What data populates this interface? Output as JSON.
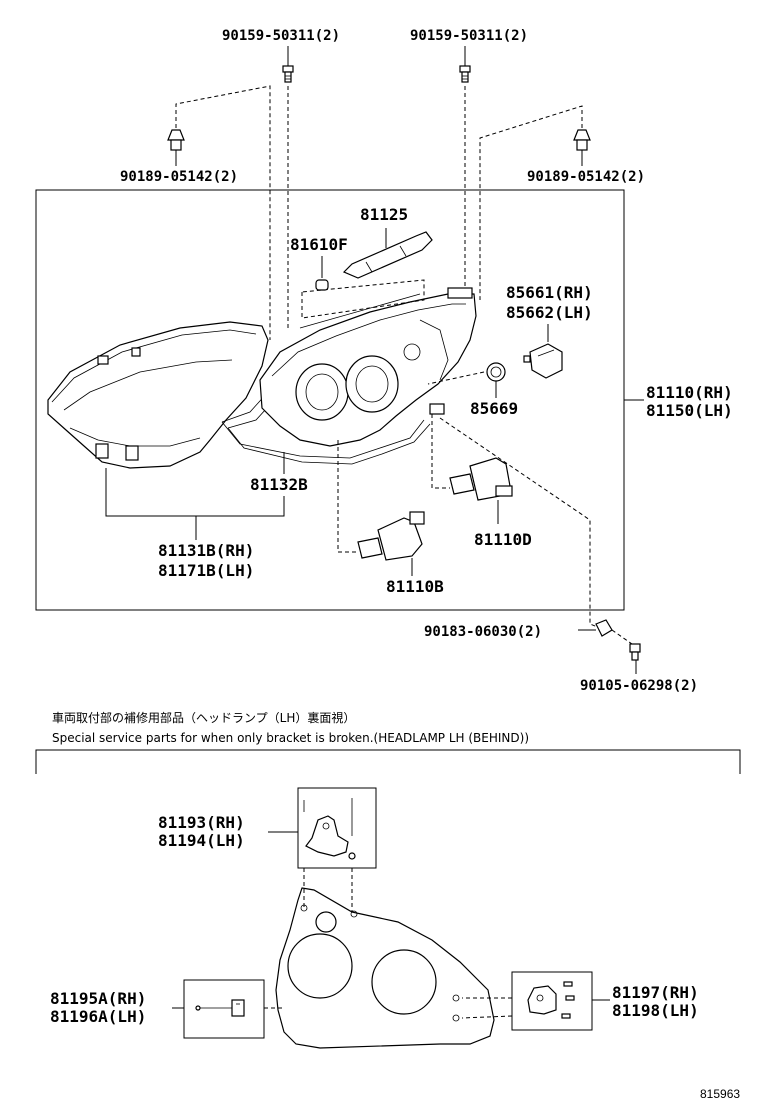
{
  "top_parts": {
    "p_90159_left": "90159-50311(2)",
    "p_90159_right": "90159-50311(2)",
    "p_90189_left": "90189-05142(2)",
    "p_90189_right": "90189-05142(2)",
    "p_81125": "81125",
    "p_81610F": "81610F",
    "p_85661": "85661(RH)",
    "p_85662": "85662(LH)",
    "p_81110": "81110(RH)",
    "p_81150": "81150(LH)",
    "p_85669": "85669",
    "p_81132B": "81132B",
    "p_81110D": "81110D",
    "p_81131B": "81131B(RH)",
    "p_81171B": "81171B(LH)",
    "p_81110B": "81110B",
    "p_90183": "90183-06030(2)",
    "p_90105": "90105-06298(2)"
  },
  "notes": {
    "jp": "車両取付部の補修用部品（ヘッドランプ（LH）裏面視）",
    "en": "Special service parts for when only bracket is broken.(HEADLAMP LH (BEHIND))"
  },
  "bottom_parts": {
    "p_81193": "81193(RH)",
    "p_81194": "81194(LH)",
    "p_81195A": "81195A(RH)",
    "p_81196A": "81196A(LH)",
    "p_81197": "81197(RH)",
    "p_81198": "81198(LH)"
  },
  "diagram_id": "815963"
}
